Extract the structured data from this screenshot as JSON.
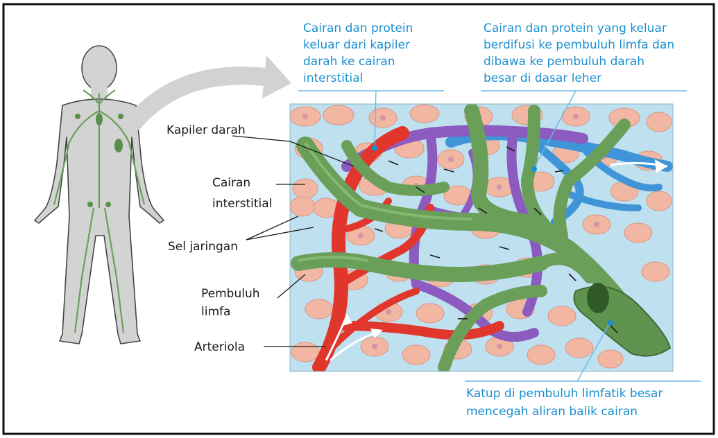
{
  "labels": {
    "kapiler": "Kapiler darah",
    "cairan_int_1": "Cairan",
    "cairan_int_2": "interstitial",
    "sel": "Sel jaringan",
    "pembuluh_1": "Pembuluh",
    "pembuluh_2": "limfa",
    "arteriola": "Arteriola"
  },
  "callouts": {
    "top_left": [
      "Cairan dan protein",
      "keluar dari kapiler",
      "darah ke cairan",
      "interstitial"
    ],
    "top_right": [
      "Cairan dan protein yang keluar",
      "berdifusi ke pembuluh limfa dan",
      "dibawa ke pembuluh darah",
      "besar di dasar leher"
    ],
    "bottom_right": [
      "Katup di pembuluh limfatik besar",
      "mencegah aliran balik cairan"
    ]
  },
  "colors": {
    "frame": "#111111",
    "tissue_bg": "#bfe0ee",
    "cell": "#f2b7a2",
    "cell_nucleus": "#c88fa6",
    "body": "#d3d3d3",
    "lymph": "#6a9f5a",
    "blood_red": "#e0362c",
    "venous_purple": "#8b5bbf",
    "lymph_blue": "#3f95d8",
    "callout_text": "#1a8fd0"
  }
}
